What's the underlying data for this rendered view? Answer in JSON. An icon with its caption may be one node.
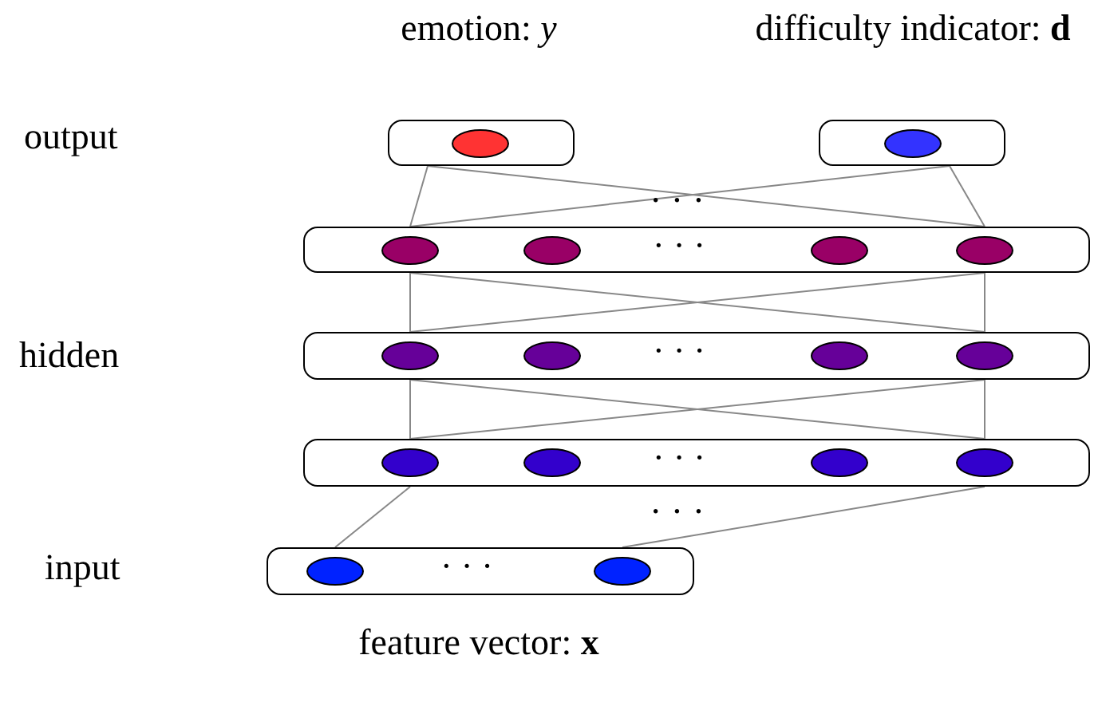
{
  "diagram": {
    "nodes": [
      {
        "text": [],
        "shape": "box",
        "beside": [
          "emotion: *y*"
        ]
      },
      {
        "text": [],
        "shape": "circle",
        "in": 0
      },
      {
        "text": [],
        "shape": "box",
        "beside": [
          "difficulty indicator: **d**"
        ]
      },
      {
        "text": [],
        "shape": "circle",
        "in": 2
      },
      {
        "text": [
          "· · ·"
        ]
      },
      {
        "text": [],
        "shape": "circle",
        "in": 4
      },
      {
        "text": [],
        "shape": "circle",
        "in": 4
      },
      {
        "text": [],
        "shape": "circle",
        "in": 4
      },
      {
        "text": [],
        "shape": "circle",
        "in": 4
      },
      {
        "text": [
          "· · ·"
        ]
      },
      {
        "text": [],
        "shape": "circle",
        "in": 9
      },
      {
        "text": [],
        "shape": "circle",
        "in": 9
      },
      {
        "text": [],
        "shape": "circle",
        "in": 9
      },
      {
        "text": [],
        "shape": "circle",
        "in": 9
      },
      {
        "text": [
          "· · ·"
        ]
      },
      {
        "text": [],
        "shape": "circle",
        "in": 14
      },
      {
        "text": [],
        "shape": "circle",
        "in": 14
      },
      {
        "text": [],
        "shape": "circle",
        "in": 14
      },
      {
        "text": [],
        "shape": "circle",
        "in": 14
      },
      {
        "text": [
          "· · ·"
        ],
        "beside": [
          "feature vector: **x**"
        ]
      },
      {
        "text": [],
        "shape": "circle",
        "in": 19
      },
      {
        "text": [],
        "shape": "circle",
        "in": 19
      }
    ],
    "edges": [
      {
        "from": 0,
        "to": 4,
        "arrow": "none"
      },
      {
        "from": 0,
        "to": 4,
        "arrow": "none"
      },
      {
        "from": 2,
        "to": 4,
        "arrow": "none"
      },
      {
        "from": 2,
        "to": 4,
        "arrow": "none"
      },
      {
        "from": 4,
        "to": 9,
        "arrow": "none"
      },
      {
        "from": 4,
        "to": 9,
        "arrow": "none"
      },
      {
        "from": 4,
        "to": 9,
        "arrow": "none"
      },
      {
        "from": 4,
        "to": 9,
        "arrow": "none"
      },
      {
        "from": 9,
        "to": 14,
        "arrow": "none"
      },
      {
        "from": 9,
        "to": 14,
        "arrow": "none"
      },
      {
        "from": 9,
        "to": 14,
        "arrow": "none"
      },
      {
        "from": 9,
        "to": 14,
        "arrow": "none"
      },
      {
        "from": 19,
        "to": 14,
        "arrow": "none"
      },
      {
        "from": 19,
        "to": 14,
        "arrow": "none"
      }
    ],
    "labels": [
      "output",
      "· · ·",
      "hidden",
      "· · ·",
      "input"
    ]
  }
}
